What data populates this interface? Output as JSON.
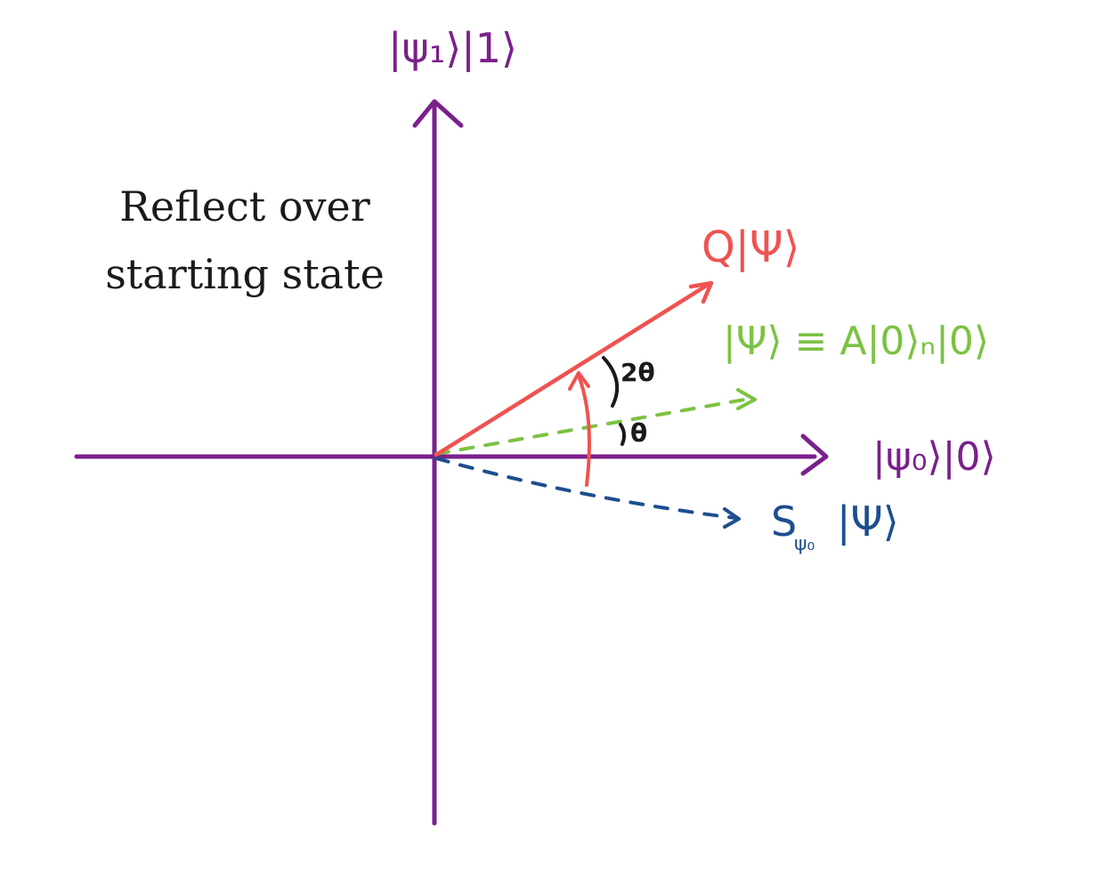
{
  "caption": {
    "line1": "Reflect over",
    "line2": "starting state"
  },
  "axes": {
    "y_label": "|ψ₁⟩|1⟩",
    "x_label": "|ψ₀⟩|0⟩"
  },
  "vectors": {
    "q_psi": "Q|Ψ⟩",
    "psi": "|Ψ⟩ ≡ A|0⟩ₙ|0⟩",
    "s_psi0": "S",
    "s_psi0_sub": "ψ₀",
    "s_psi0_tail": "|Ψ⟩"
  },
  "angles": {
    "two_theta": "2θ",
    "theta": "θ"
  },
  "colors": {
    "axis": "#7b1f8c",
    "q_vector": "#ef5350",
    "psi_vector": "#7cc242",
    "s_vector": "#1d4e8f",
    "text": "#1a1a1a"
  }
}
